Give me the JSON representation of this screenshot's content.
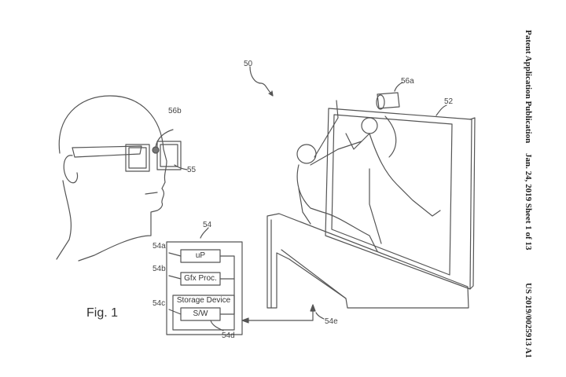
{
  "header": {
    "publication_type": "Patent Application Publication",
    "date_sheet": "Jan. 24, 2019  Sheet 1 of 13",
    "publication_number": "US 2019/0025913 A1"
  },
  "figure": {
    "label": "Fig. 1",
    "reference_numerals": {
      "system": "50",
      "display": "52",
      "camera": "56a",
      "glasses_camera": "56b",
      "glasses": "55",
      "computer": "54",
      "processor_ref": "54a",
      "gfx_ref": "54b",
      "storage_ref": "54c",
      "software_ref": "54d",
      "link_ref": "54e"
    },
    "blocks": {
      "processor": "uP",
      "graphics": "Gfx Proc.",
      "storage": "Storage Device",
      "software": "S/W"
    }
  }
}
